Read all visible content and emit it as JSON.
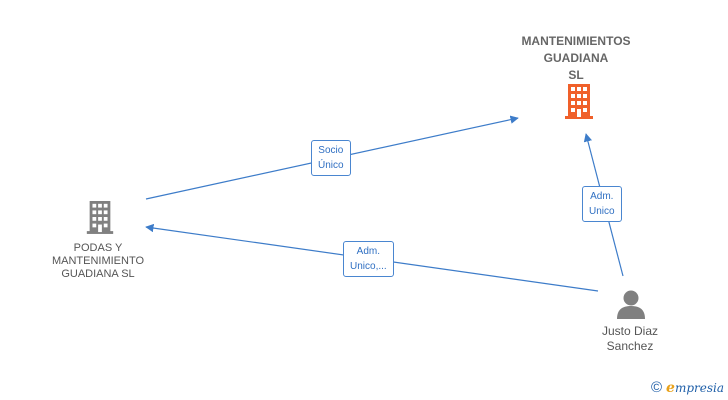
{
  "nodes": {
    "mantenimientos": {
      "label": "MANTENIMIENTOS\nGUADIANA\nSL",
      "icon": "building-icon",
      "color": "#f0602a"
    },
    "podas": {
      "label": "PODAS Y\nMANTENIMIENTO\nGUADIANA  SL",
      "icon": "building-icon",
      "color": "#808080"
    },
    "justo": {
      "label": "Justo Diaz\nSanchez",
      "icon": "person-icon",
      "color": "#808080"
    }
  },
  "edges": {
    "podas_to_mantenimientos": {
      "label": "Socio\nÚnico"
    },
    "justo_to_mantenimientos": {
      "label": "Adm.\nUnico"
    },
    "justo_to_podas": {
      "label": "Adm.\nUnico,..."
    }
  },
  "colors": {
    "edge": "#3d7cc9"
  },
  "footer": {
    "copyright": "©",
    "brand_initial": "e",
    "brand_rest": "mpresia"
  }
}
